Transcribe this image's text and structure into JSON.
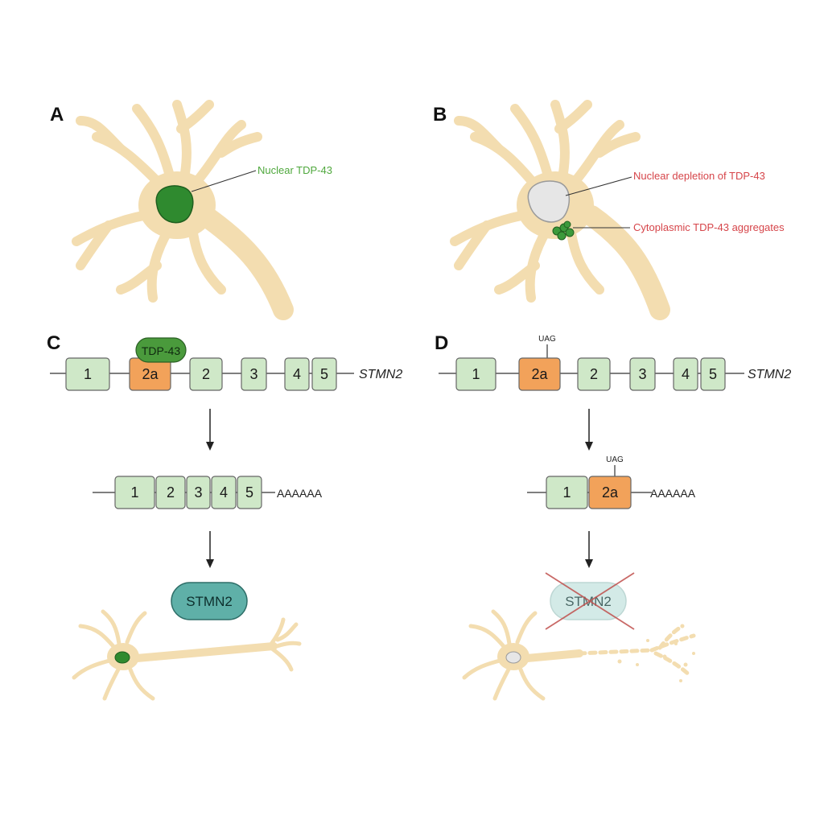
{
  "panels": {
    "a": {
      "letter": "A",
      "callout": "Nuclear TDP-43",
      "callout_color": "#4fa83d"
    },
    "b": {
      "letter": "B",
      "callout_depletion": "Nuclear depletion of TDP-43",
      "callout_aggregates": "Cytoplasmic TDP-43 aggregates",
      "callout_color": "#d6454a"
    },
    "c": {
      "letter": "C",
      "protein_bound": "TDP-43",
      "gene_exons": [
        "1",
        "2a",
        "2",
        "3",
        "4",
        "5"
      ],
      "gene_name": "STMN2",
      "mrna_exons": [
        "1",
        "2",
        "3",
        "4",
        "5"
      ],
      "polya": "AAAAAA",
      "protein": "STMN2"
    },
    "d": {
      "letter": "D",
      "stop_codon_gene": "UAG",
      "gene_exons": [
        "1",
        "2a",
        "2",
        "3",
        "4",
        "5"
      ],
      "gene_name": "STMN2",
      "stop_codon_mrna": "UAG",
      "mrna_exons": [
        "1",
        "2a"
      ],
      "polya": "AAAAAA",
      "protein": "STMN2"
    }
  },
  "colors": {
    "neuron": "#f3ddb0",
    "nucleus_tdp43": "#2f8a2f",
    "nucleus_depleted": "#e6e6e6",
    "exon": "#cfe8c8",
    "exon_2a": "#f2a25a",
    "tdp43_protein": "#4a9a3c",
    "stmn2_protein": "#5fb0a8",
    "cross": "#c0504d"
  },
  "icons": [
    "neuron-icon",
    "arrow-down-icon",
    "cross-icon"
  ]
}
